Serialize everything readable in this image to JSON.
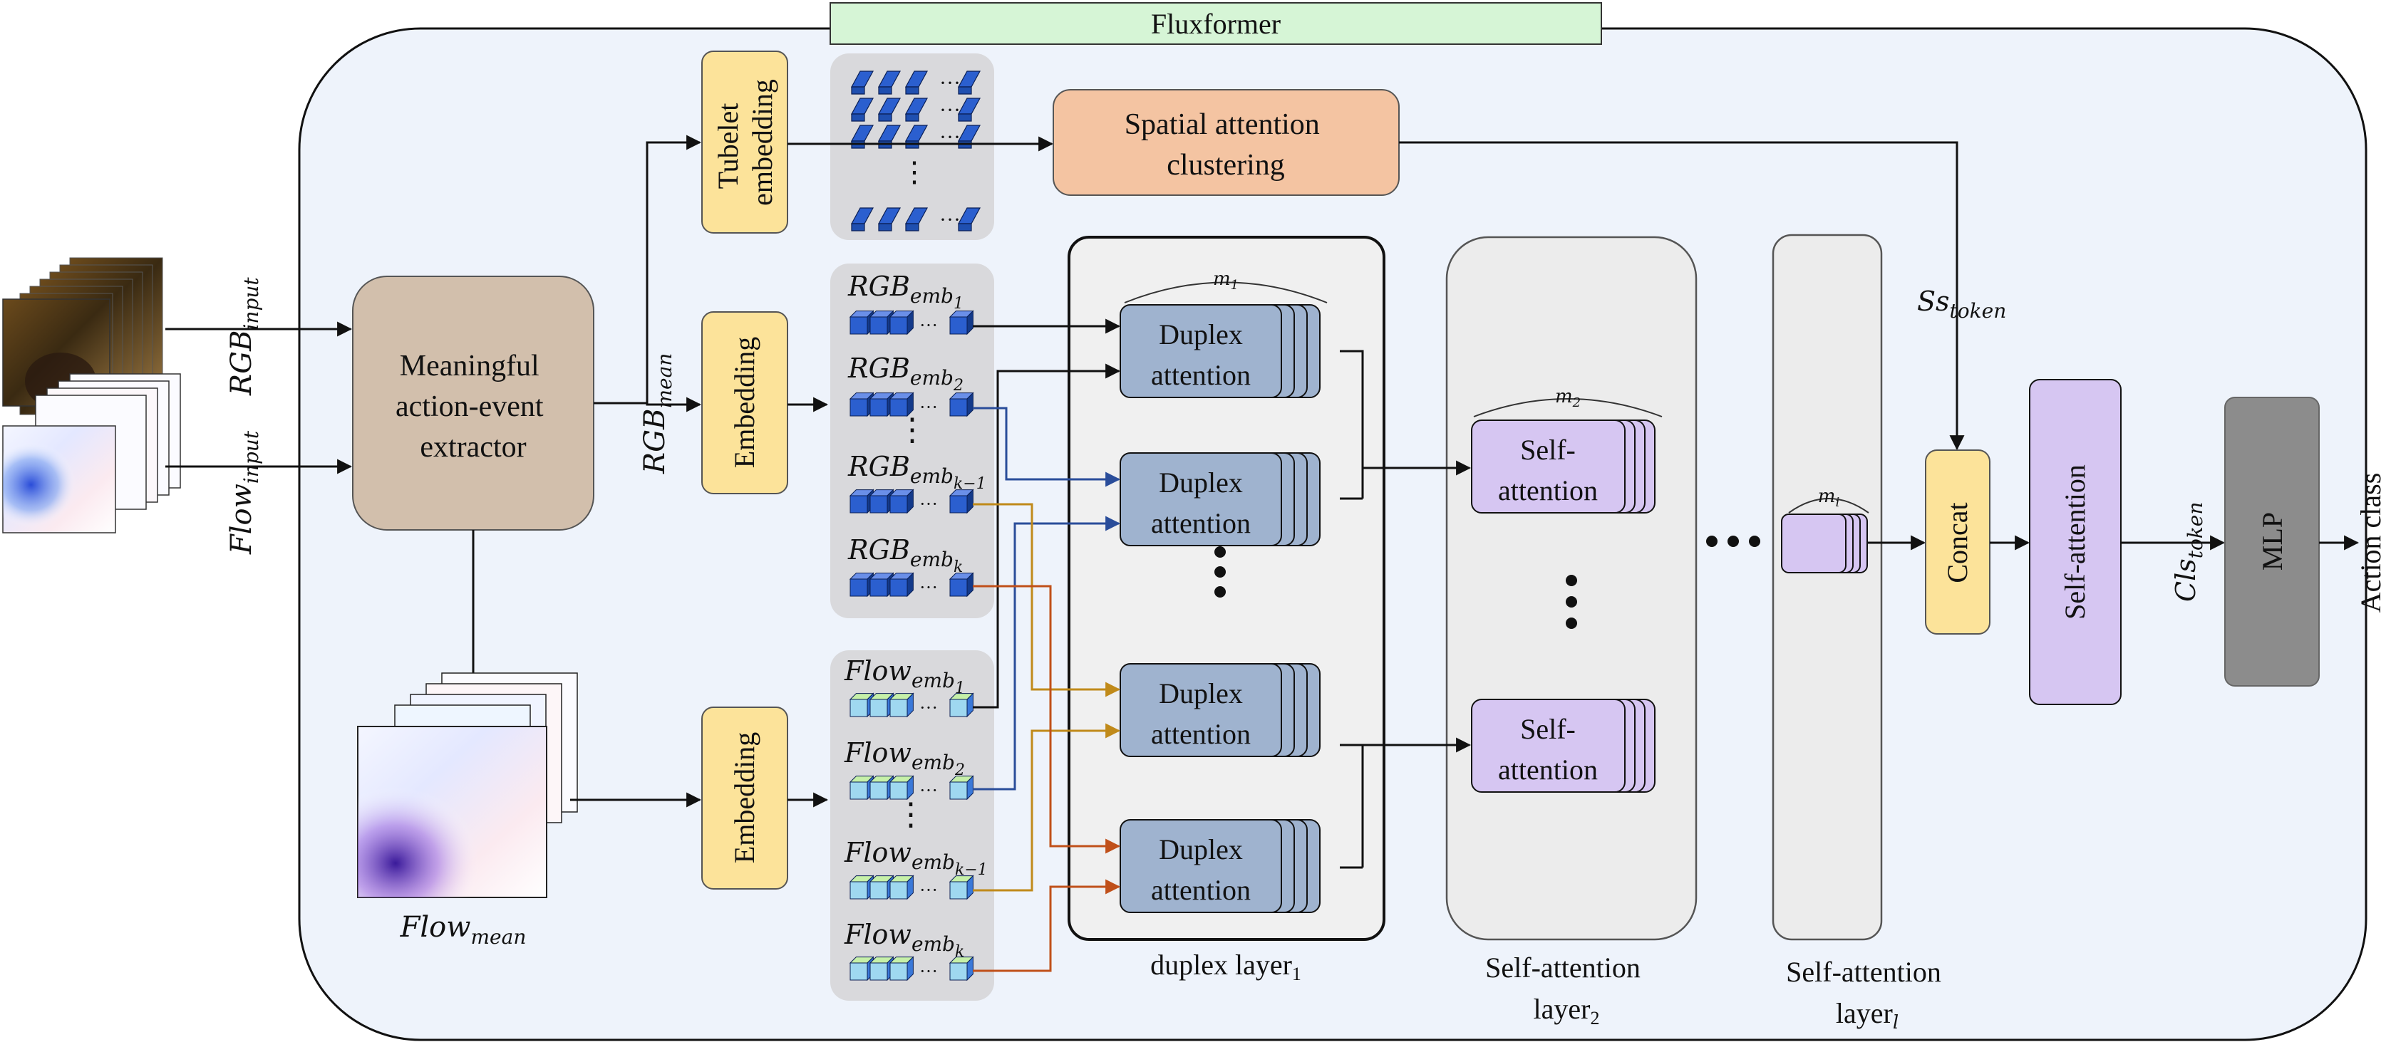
{
  "title": "Fluxformer",
  "inputs": {
    "rgb_input": {
      "base": "RGB",
      "sub": "input"
    },
    "flow_input": {
      "base": "Flow",
      "sub": "input"
    }
  },
  "extractor": {
    "lines": [
      "Meaningful",
      "action-event",
      "extractor"
    ]
  },
  "rgb_mean": {
    "base": "RGB",
    "sub": "mean"
  },
  "flow_mean": {
    "base": "Flow",
    "sub": "mean"
  },
  "tubelet_embedding": {
    "lines": [
      "Tubelet",
      "embedding"
    ]
  },
  "embedding_label": "Embedding",
  "spatial_attention": {
    "lines": [
      "Spatial attention",
      "clustering"
    ]
  },
  "ss_token": {
    "base": "Ss",
    "sub": "token"
  },
  "cls_token": {
    "base": "Cls",
    "sub": "token"
  },
  "rgb_embs": [
    {
      "base": "RGB",
      "sub": "emb",
      "subsub": "1"
    },
    {
      "base": "RGB",
      "sub": "emb",
      "subsub": "2"
    },
    {
      "base": "RGB",
      "sub": "emb",
      "subsub": "k−1"
    },
    {
      "base": "RGB",
      "sub": "emb",
      "subsub": "k"
    }
  ],
  "flow_embs": [
    {
      "base": "Flow",
      "sub": "emb",
      "subsub": "1"
    },
    {
      "base": "Flow",
      "sub": "emb",
      "subsub": "2"
    },
    {
      "base": "Flow",
      "sub": "emb",
      "subsub": "k−1"
    },
    {
      "base": "Flow",
      "sub": "emb",
      "subsub": "k"
    }
  ],
  "duplex_attention": {
    "lines": [
      "Duplex",
      "attention"
    ]
  },
  "self_attention_block": {
    "lines": [
      "Self-",
      "attention"
    ]
  },
  "m1": {
    "base": "m",
    "sub": "1"
  },
  "m2": {
    "base": "m",
    "sub": "2"
  },
  "mi": {
    "base": "m",
    "sub": "i"
  },
  "duplex_layer": {
    "base": "duplex layer",
    "sub": "1"
  },
  "self_attention_layer2": {
    "line1": "Self-attention",
    "base": "layer",
    "sub": "2"
  },
  "self_attention_layerl": {
    "line1": "Self-attention",
    "base": "layer",
    "sub": "l"
  },
  "concat": "Concat",
  "self_attention_final": "Self-attention",
  "mlp": "MLP",
  "action_class": "Action class",
  "ellipsis": "···",
  "colors": {
    "main_panel": "#eef3fb",
    "fluxformer_header": "#d6f5d6",
    "extractor": "#d2bfac",
    "embedding": "#fce39a",
    "spatial": "#f4c4a2",
    "duplex": "#9fb3cf",
    "self_attention": "#d6c6f2",
    "mlp": "#8c8c8c",
    "cube_blue": "#1f4fb0",
    "arrow_black": "#111111",
    "arrow_blue": "#2a4d9a",
    "arrow_gold": "#c08a1a",
    "arrow_orange": "#c0501a"
  }
}
